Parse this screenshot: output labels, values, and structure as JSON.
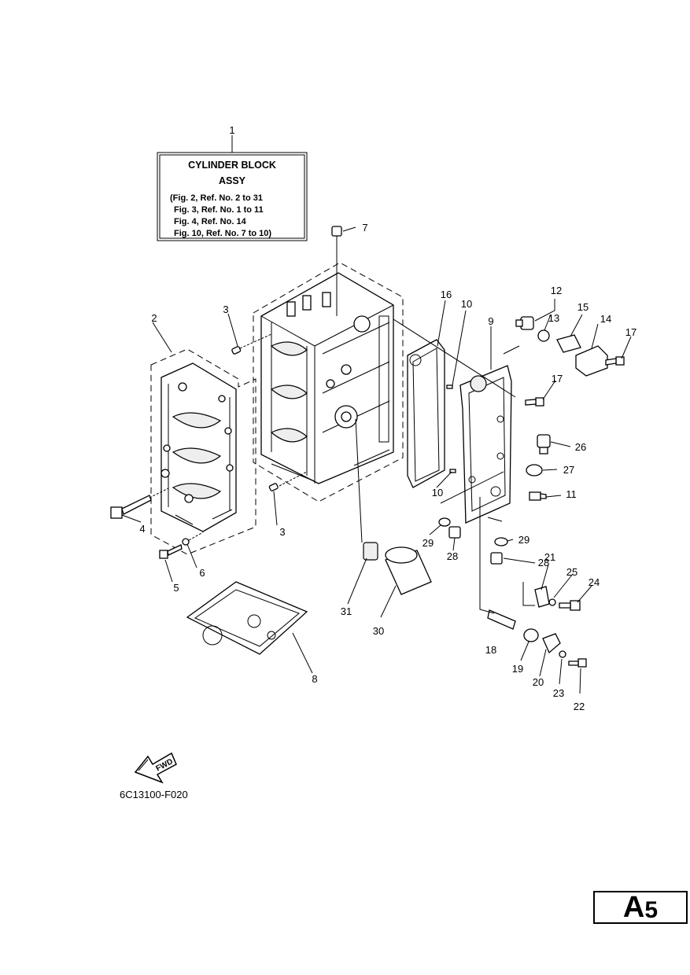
{
  "assy_box": {
    "title_line1": "CYLINDER BLOCK",
    "title_line2": "ASSY",
    "refs": [
      "(Fig. 2, Ref. No. 2 to 31",
      "Fig. 3, Ref. No. 1 to 11",
      "Fig. 4, Ref. No. 14",
      "Fig. 10, Ref. No. 7 to 10)"
    ]
  },
  "callouts": {
    "c1": "1",
    "c2": "2",
    "c3a": "3",
    "c3b": "3",
    "c4": "4",
    "c5": "5",
    "c6": "6",
    "c7": "7",
    "c8": "8",
    "c9": "9",
    "c10a": "10",
    "c10b": "10",
    "c11": "11",
    "c12": "12",
    "c13": "13",
    "c14": "14",
    "c15": "15",
    "c16": "16",
    "c17a": "17",
    "c17b": "17",
    "c18": "18",
    "c19": "19",
    "c20": "20",
    "c21": "21",
    "c22": "22",
    "c23": "23",
    "c24": "24",
    "c25": "25",
    "c26": "26",
    "c27": "27",
    "c28a": "28",
    "c28b": "28",
    "c29a": "29",
    "c29b": "29",
    "c30": "30",
    "c31": "31"
  },
  "fwd_label": "FWD",
  "figure_code": "6C13100-F020",
  "page_code": {
    "letter": "A",
    "number": "5"
  },
  "icons": {
    "fwd_arrow": "fwd-arrow-icon"
  }
}
